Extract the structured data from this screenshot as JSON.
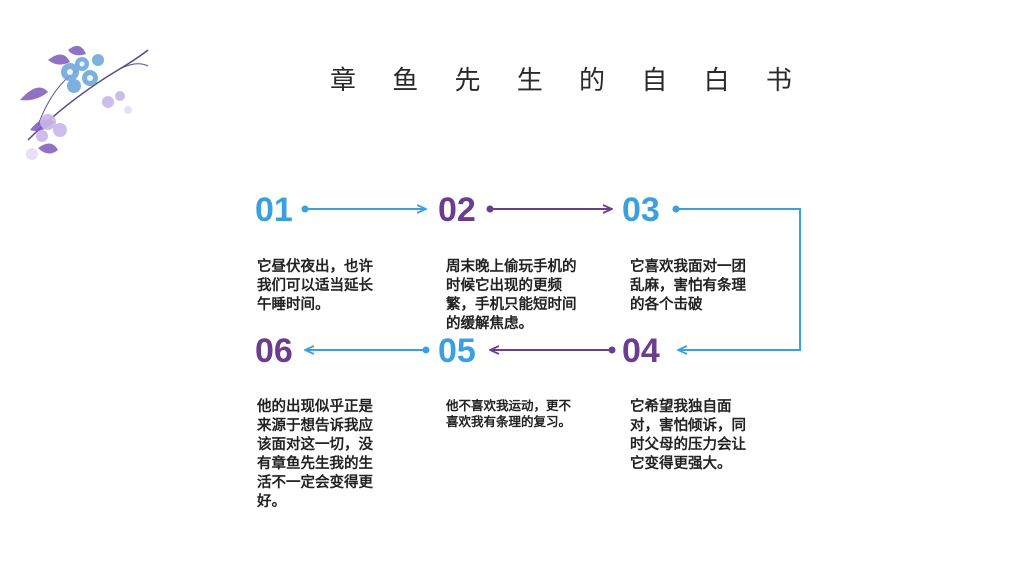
{
  "title": "章 鱼 先 生 的 自 白 书",
  "colors": {
    "blue": "#3aa0e0",
    "purple": "#6a3d8e",
    "text": "#222222"
  },
  "steps": [
    {
      "number": "01",
      "text": "它昼伏夜出，也许我们可以适当延长午睡时间。"
    },
    {
      "number": "02",
      "text": "周末晚上偷玩手机的时候它出现的更频繁，手机只能短时间的缓解焦虑。"
    },
    {
      "number": "03",
      "text": "它喜欢我面对一团乱麻，害怕有条理的各个击破"
    },
    {
      "number": "04",
      "text": "它希望我独自面对，害怕倾诉，同时父母的压力会让它变得更强大。"
    },
    {
      "number": "05",
      "text": "他不喜欢我运动，更不喜欢我有条理的复习。"
    },
    {
      "number": "06",
      "text": "他的出现似乎正是来源于想告诉我应该面对这一切，没有章鱼先生我的生活不一定会变得更好。"
    }
  ],
  "decoration_icon": "flower-cluster-icon"
}
